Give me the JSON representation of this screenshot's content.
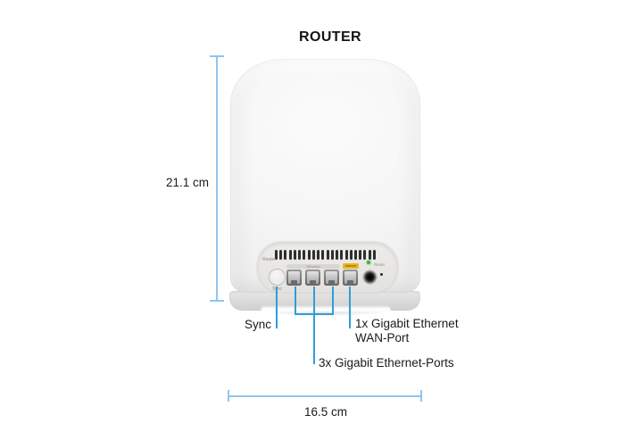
{
  "title": "ROUTER",
  "dimensions": {
    "height_label": "21.1 cm",
    "width_label": "16.5 cm"
  },
  "callouts": {
    "sync_label": "Sync",
    "wan_label_line1": "1x Gigabit Ethernet",
    "wan_label_line2": "WAN-Port",
    "lan_label": "3x Gigabit Ethernet-Ports"
  },
  "device_panel": {
    "router_label": "Router",
    "sync_button_label": "Sync",
    "ethernet_ports_label": "Ethernet",
    "internet_port_label": "Internet",
    "reset_label": "Reset",
    "ethernet_port_count": 4,
    "vent_slot_count": 22
  },
  "colors": {
    "dimension_line": "#8ec6f0",
    "callout_line": "#2f9ddb",
    "label_text": "#1a1a1c",
    "internet_label_bg": "#f0b41e",
    "led_on": "#3bb54a"
  }
}
